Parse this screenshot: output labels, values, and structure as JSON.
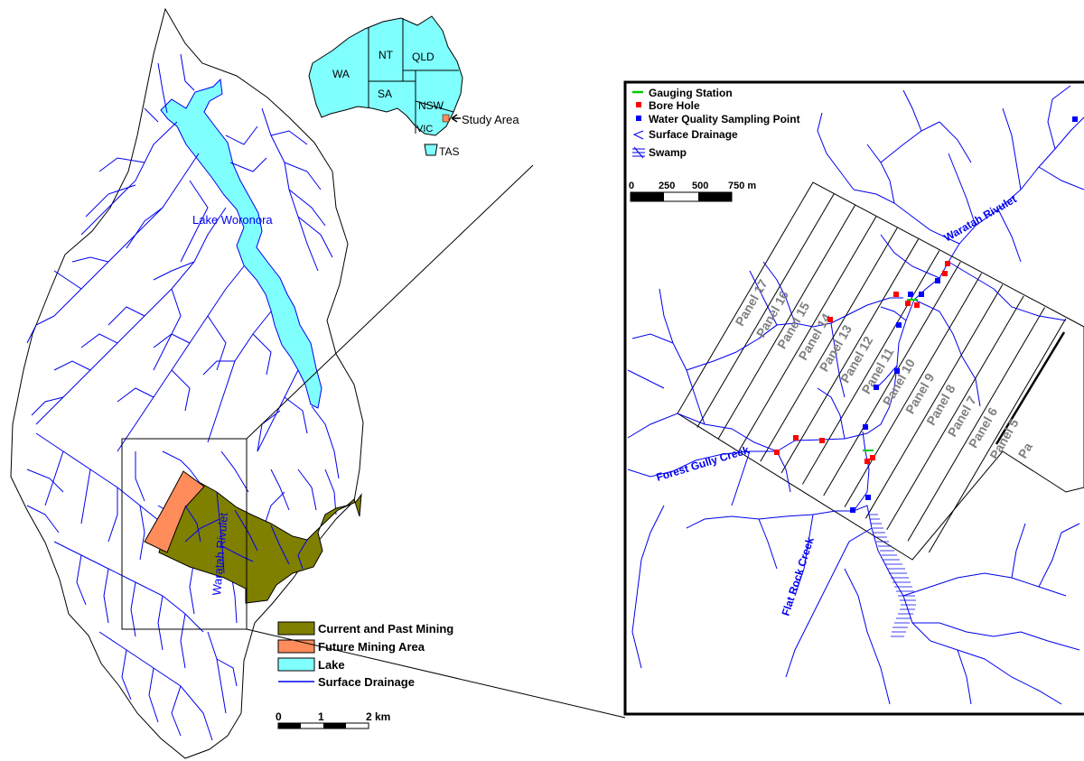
{
  "colors": {
    "catchment_fill": "#ffffff",
    "lake": "#80ffff",
    "drainage": "#0000ee",
    "current_mining": "#7f7f00",
    "future_mining": "#ff8c5a",
    "gauging_station": "#00cc00",
    "bore_hole": "#ff0000",
    "water_quality_point": "#0000ff",
    "panel_label": "#808080"
  },
  "inset": {
    "states": [
      "WA",
      "NT",
      "QLD",
      "SA",
      "NSW",
      "VIC",
      "TAS"
    ],
    "study_area_label": "Study Area"
  },
  "left_map": {
    "lake_label": "Lake Woronora",
    "rivulet_label": "Waratah Rivulet",
    "legend": [
      {
        "label": "Current and Past Mining",
        "swatch": "current-mining"
      },
      {
        "label": "Future Mining Area",
        "swatch": "future-mining"
      },
      {
        "label": "Lake",
        "swatch": "lake"
      },
      {
        "label": "Surface Drainage",
        "swatch": "drainage-line"
      }
    ],
    "scale_bar": {
      "ticks": [
        "0",
        "1",
        "2 km"
      ]
    }
  },
  "detail_map": {
    "legend": [
      {
        "label": "Gauging Station",
        "symbol": "gauging-station"
      },
      {
        "label": "Bore Hole",
        "symbol": "bore-hole"
      },
      {
        "label": "Water Quality Sampling Point",
        "symbol": "water-quality"
      },
      {
        "label": "Surface Drainage",
        "symbol": "drainage"
      },
      {
        "label": "Swamp",
        "symbol": "swamp"
      }
    ],
    "scale_bar": {
      "ticks": [
        "0",
        "250",
        "500",
        "750 m"
      ]
    },
    "creeks": {
      "waratah": "Waratah Rivulet",
      "forest_gully": "Forest Gully Creek",
      "flat_rock": "Flat Rock Creek"
    },
    "panels": [
      "Panel 17",
      "Panel 16",
      "Panel 15",
      "Panel 14",
      "Panel 13",
      "Panel 12",
      "Panel 11",
      "Panel 10",
      "Panel 9",
      "Panel 8",
      "Panel 7",
      "Panel 6",
      "Panel 5",
      "Pa"
    ]
  }
}
